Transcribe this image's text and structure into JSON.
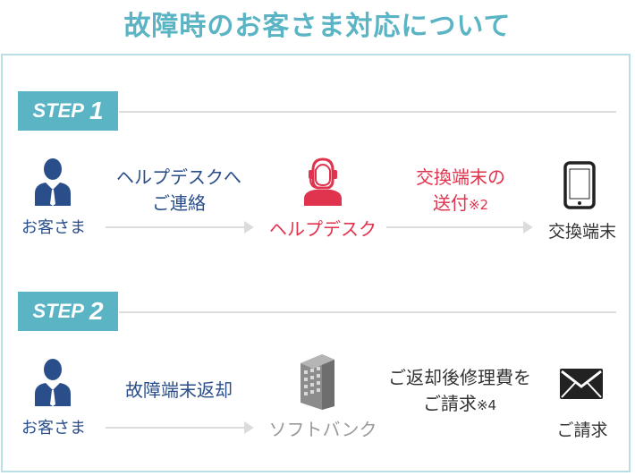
{
  "title": "故障時のお客さま対応について",
  "step1": {
    "badge_word": "STEP",
    "badge_num": "1",
    "customer": "お客さま",
    "arrow1_line1": "ヘルプデスクへ",
    "arrow1_line2": "ご連絡",
    "helpdesk": "ヘルプデスク",
    "arrow2_line1": "交換端末の",
    "arrow2_line2": "送付",
    "arrow2_note": "※2",
    "device": "交換端末"
  },
  "step2": {
    "badge_word": "STEP",
    "badge_num": "2",
    "customer": "お客さま",
    "arrow1_label": "故障端末返却",
    "company": "ソフトバンク",
    "arrow2_line1": "ご返却後修理費を",
    "arrow2_line2": "ご請求",
    "arrow2_note": "※4",
    "billing": "ご請求"
  },
  "icons": [
    "person-icon",
    "headset-operator-icon",
    "smartphone-icon",
    "building-icon",
    "envelope-icon"
  ],
  "colors": {
    "accent": "#5ab4c4",
    "customer_blue": "#2a4e8a",
    "helpdesk_red": "#e0334d",
    "muted_grey": "#9a9a9a"
  }
}
